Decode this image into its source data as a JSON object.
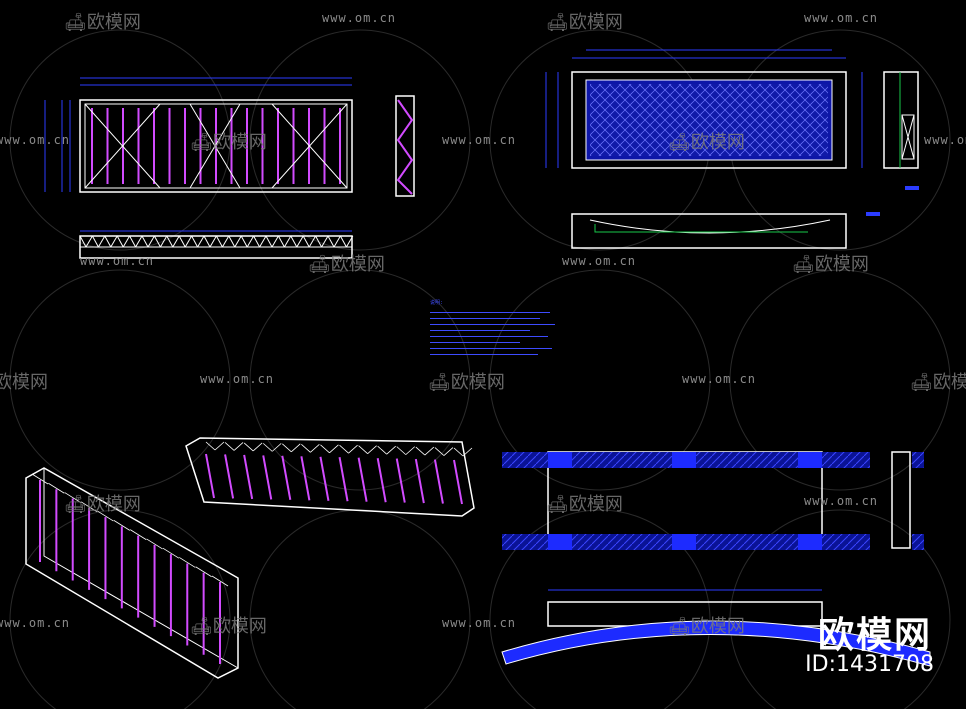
{
  "watermark": {
    "brand_cn": "欧模网",
    "url": "www.om.cn"
  },
  "brand_logo": {
    "text": "欧模网",
    "id_label": "ID:1431708"
  },
  "notes": {
    "title": "说明:"
  },
  "colors": {
    "frame": "#ffffff",
    "dimension": "#2b3cff",
    "member": "#d24bff",
    "fill": "#1d2bff",
    "hatch": "#3a46ff",
    "green": "#19c84a"
  }
}
